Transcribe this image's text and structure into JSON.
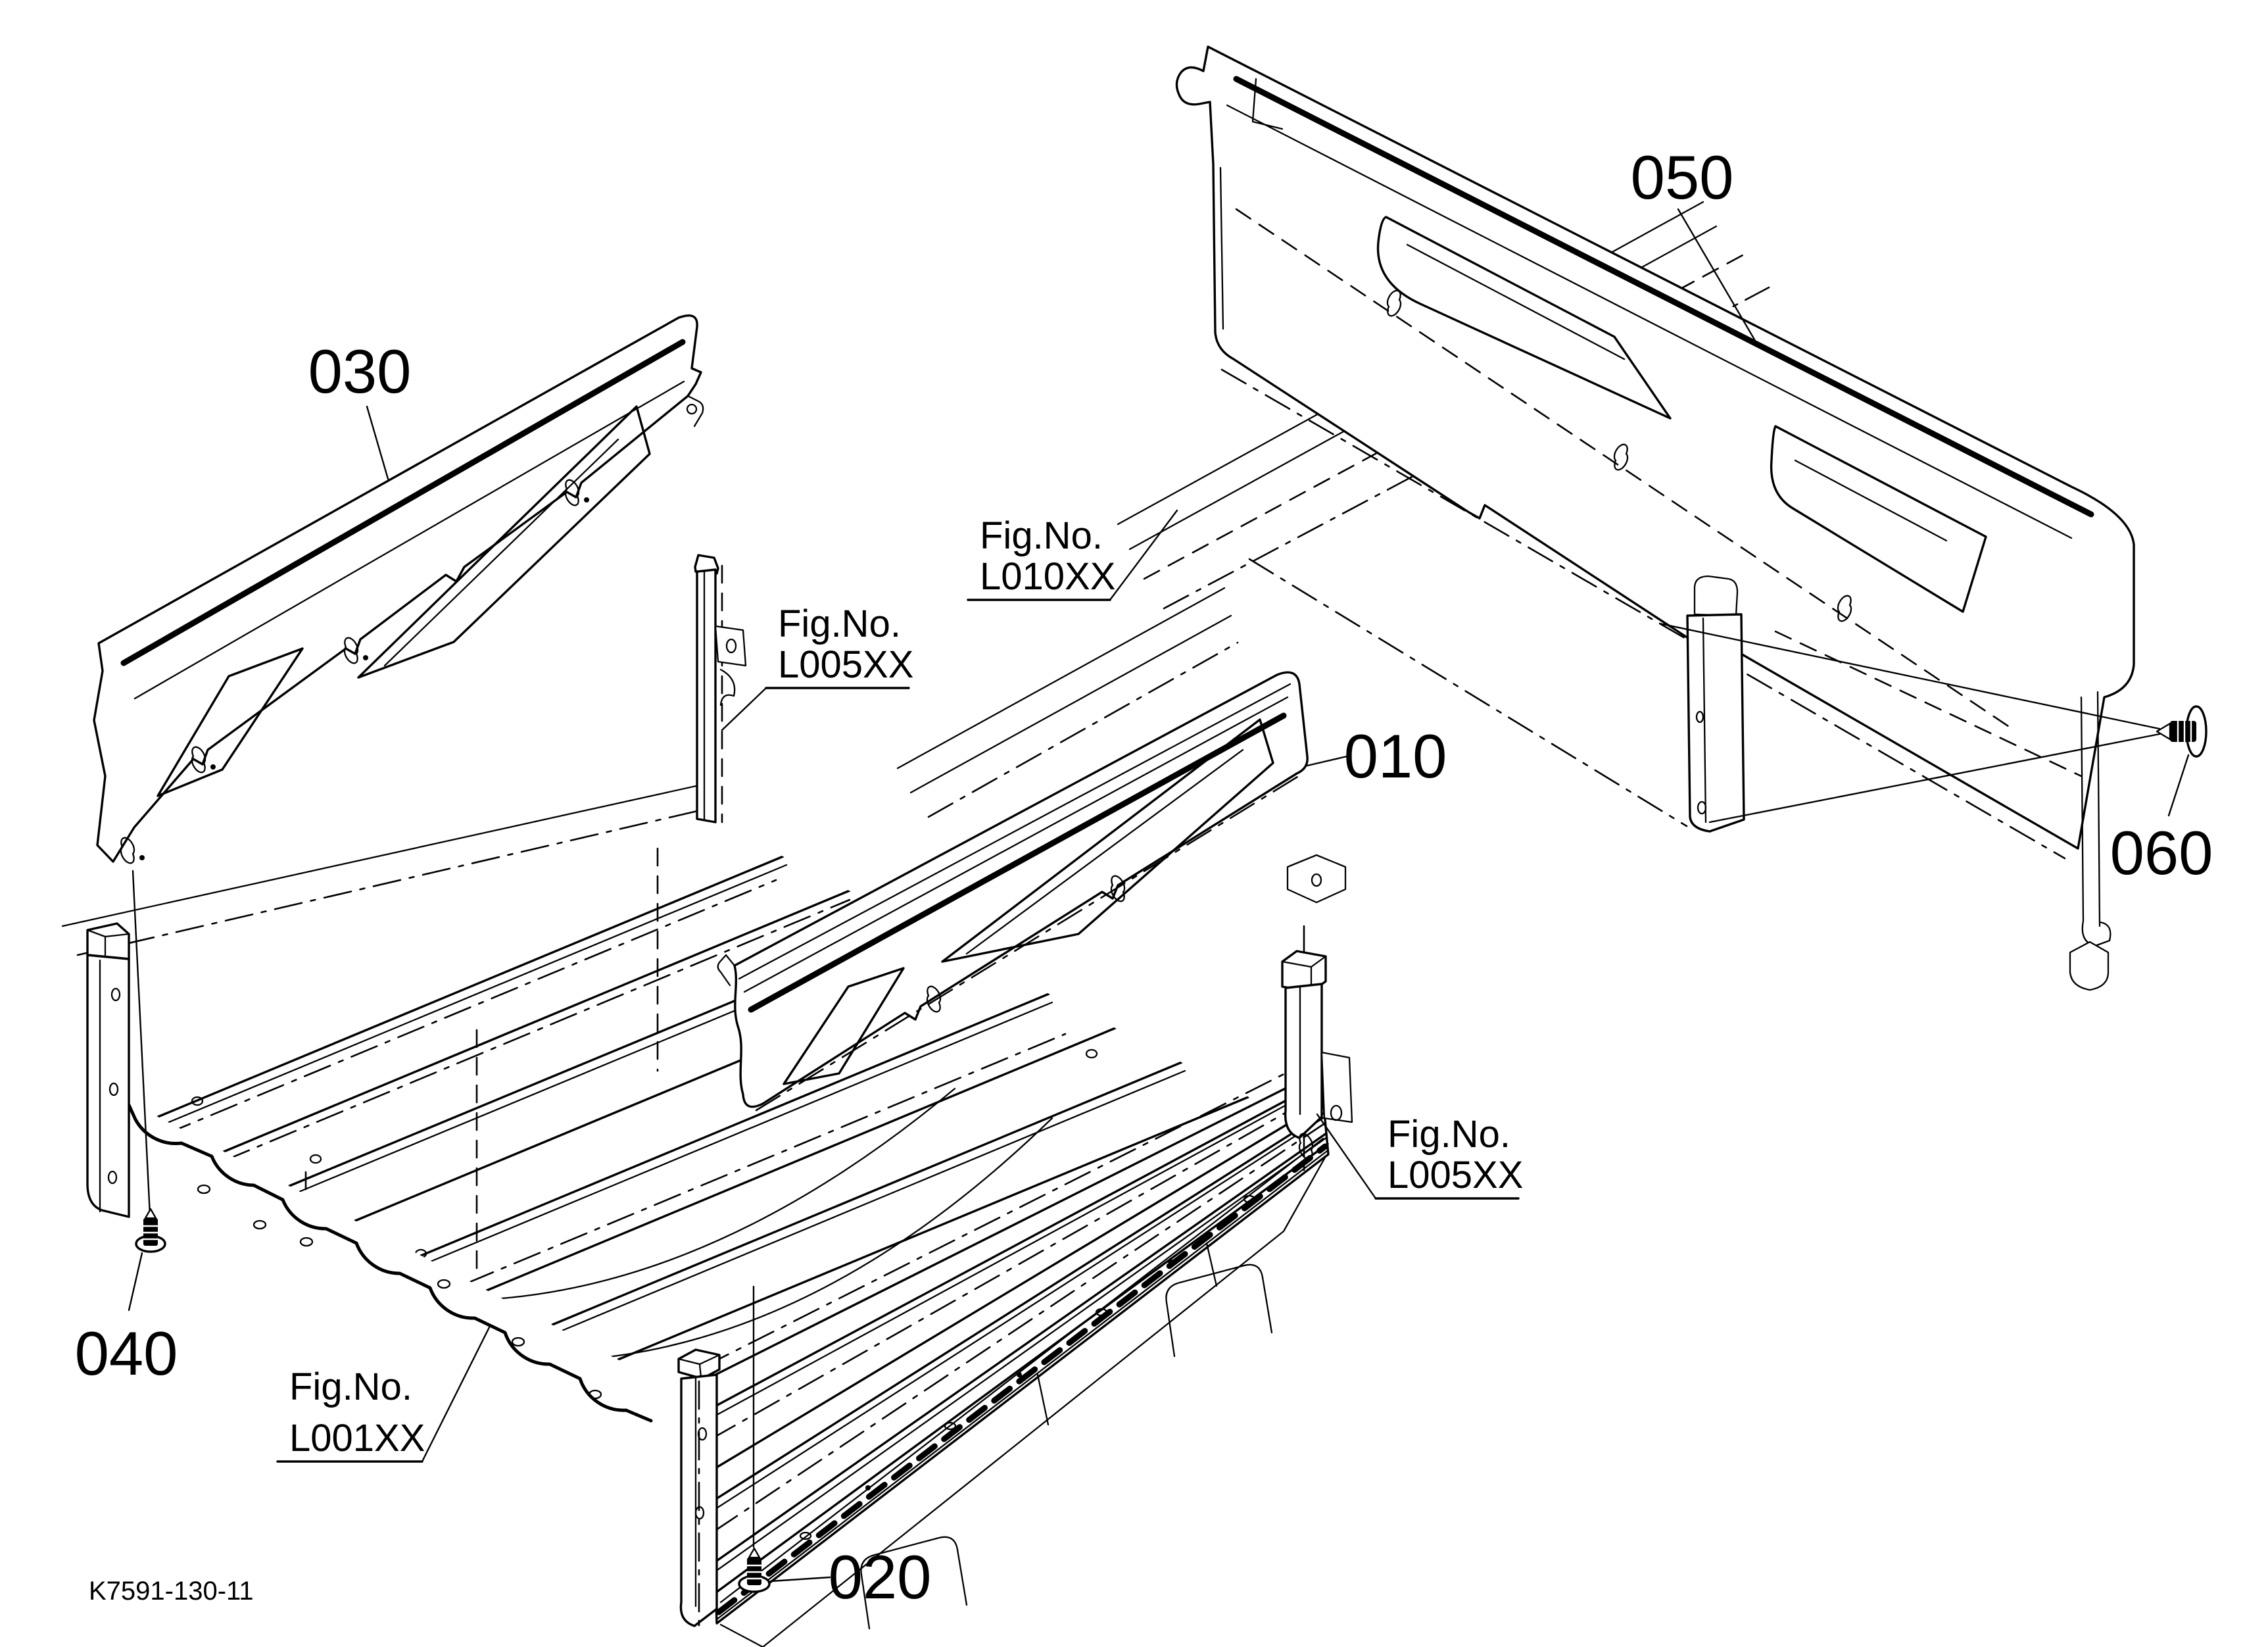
{
  "drawing_number": "K7591-130-11",
  "part_labels": [
    {
      "id": "030",
      "part": "side-panel-left"
    },
    {
      "id": "050",
      "part": "side-panel-right"
    },
    {
      "id": "010",
      "part": "front-panel"
    },
    {
      "id": "040",
      "part": "screw-left"
    },
    {
      "id": "020",
      "part": "screw-bottom"
    },
    {
      "id": "060",
      "part": "screw-right"
    }
  ],
  "fig_refs": [
    {
      "line1": "Fig.No.",
      "line2": "L010XX"
    },
    {
      "line1": "Fig.No.",
      "line2": "L005XX"
    },
    {
      "line1": "Fig.No.",
      "line2": "L005XX"
    },
    {
      "line1": "Fig.No.",
      "line2": "L001XX"
    }
  ],
  "colors": {
    "ink": "#000000",
    "paper": "#ffffff"
  }
}
